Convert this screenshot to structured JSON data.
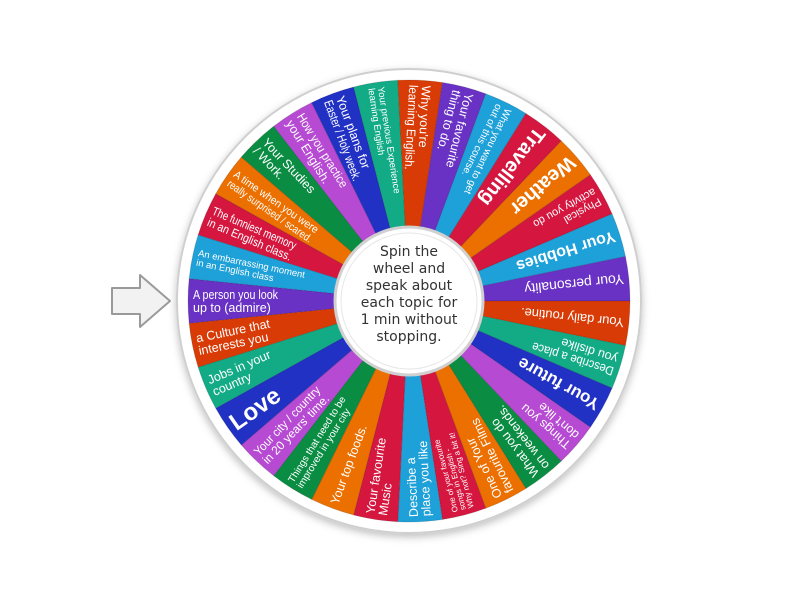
{
  "wheel": {
    "center_text": "Spin the\nwheel and\nspeak about\neach topic for\n1 min without\nstopping.",
    "pointer_icon": "arrow-right-icon",
    "colors": {
      "purple": "#6a32c4",
      "lightblue": "#1ea0d8",
      "red": "#d5173f",
      "orange": "#ec7000",
      "green": "#0a8d43",
      "magenta": "#b64ad2",
      "darkblue": "#2131c4",
      "teal": "#13ab86",
      "redorange": "#d93b06"
    },
    "segments": [
      {
        "label": "A person you look\nup to (admire)",
        "color": "purple"
      },
      {
        "label": "An embarrassing moment\nin an English class",
        "color": "lightblue"
      },
      {
        "label": "The funniest memory\nin an English class.",
        "color": "red"
      },
      {
        "label": "A time when you were\nreally surprised / scared.",
        "color": "orange"
      },
      {
        "label": "Your Studies\n/ Work.",
        "color": "green"
      },
      {
        "label": "How you practice\nyour English.",
        "color": "magenta"
      },
      {
        "label": "Your plans for\nEaster / Holy week.",
        "color": "darkblue"
      },
      {
        "label": "Your previous Experience\nlearning English",
        "color": "teal"
      },
      {
        "label": "Why you're\nlearning English.",
        "color": "redorange"
      },
      {
        "label": "Your favourite\nthing to do.",
        "color": "purple"
      },
      {
        "label": "What you want to get\nout of this course.",
        "color": "lightblue"
      },
      {
        "label": "Travelling",
        "color": "red"
      },
      {
        "label": "Weather",
        "color": "orange"
      },
      {
        "label": "Physical\nactivity you do",
        "color": "red"
      },
      {
        "label": "Your Hobbies",
        "color": "lightblue"
      },
      {
        "label": "Your personality",
        "color": "purple"
      },
      {
        "label": "Your daily routine.",
        "color": "redorange"
      },
      {
        "label": "Describe a place\nyou dislike",
        "color": "teal"
      },
      {
        "label": "Your future",
        "color": "darkblue"
      },
      {
        "label": "Things you\ndon't like",
        "color": "magenta"
      },
      {
        "label": "What you do\non weekends.",
        "color": "green"
      },
      {
        "label": "One of Your\nfavourite Films",
        "color": "orange"
      },
      {
        "label": "One of your favourite\nsongs in English -\nWhy not? Sing a bit it!",
        "color": "red"
      },
      {
        "label": "Describe a\nplace you like",
        "color": "lightblue"
      },
      {
        "label": "Your favourite\nMusic",
        "color": "red"
      },
      {
        "label": "Your top foods.",
        "color": "orange"
      },
      {
        "label": "Things that need to be\nimproved in your city",
        "color": "green"
      },
      {
        "label": "Your city / country\nin 20 years' time.",
        "color": "magenta"
      },
      {
        "label": "Love",
        "color": "darkblue"
      },
      {
        "label": "Jobs in your\ncountry",
        "color": "teal"
      },
      {
        "label": "a Culture that\ninterests you",
        "color": "redorange"
      }
    ]
  }
}
